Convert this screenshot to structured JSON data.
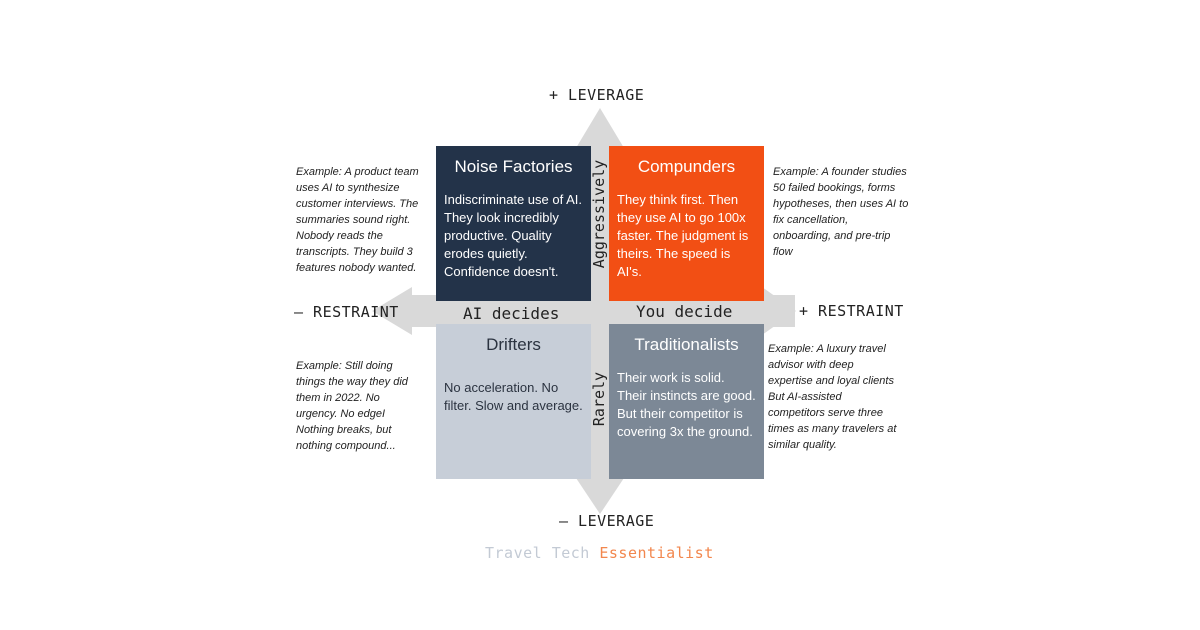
{
  "axes": {
    "top": "+ LEVERAGE",
    "bottom": "– LEVERAGE",
    "left": "– RESTRAINT",
    "right": "+ RESTRAINT",
    "left_mid": "AI decides",
    "right_mid": "You decide",
    "vertical_top": "Aggressively",
    "vertical_bottom": "Rarely"
  },
  "quadrants": {
    "noise": {
      "title": "Noise Factories",
      "body": "Indiscriminate use of AI. They look incredibly productive. Quality erodes quietly. Confidence doesn't."
    },
    "compunders": {
      "title": "Compunders",
      "body": "They think first. Then they use AI to go 100x faster. The judgment is theirs. The speed is AI's."
    },
    "drifters": {
      "title": "Drifters",
      "body": "No acceleration. No filter. Slow and average."
    },
    "traditionalists": {
      "title": "Traditionalists",
      "body": "Their work is solid. Their instincts are good. But their competitor is covering 3x the ground."
    }
  },
  "examples": {
    "top_left": "Example: A product team uses AI to synthesize customer interviews. The summaries sound right. Nobody reads the transcripts. They build 3 features nobody wanted.",
    "top_right": "Example: A founder studies 50 failed bookings, forms hypotheses, then uses AI to fix cancellation, onboarding, and pre-trip flow",
    "bottom_left": "Example: Still doing things the way they did them in 2022. No urgency. No edgeI Nothing breaks, but nothing compound...",
    "bottom_right": "Example: A luxury travel advisor with deep expertise and loyal clients  But AI-assisted competitors serve three times as many travelers at similar quality."
  },
  "brand": {
    "part1": "Travel Tech",
    "part2": "Essentialist"
  },
  "colors": {
    "noise": "#233349",
    "compunders": "#f24f14",
    "drifters": "#c7ced8",
    "traditionalists": "#7c8896",
    "arrow": "#d9d9d9",
    "brand_muted": "#c3cad4",
    "brand_accent": "#f2874e"
  }
}
